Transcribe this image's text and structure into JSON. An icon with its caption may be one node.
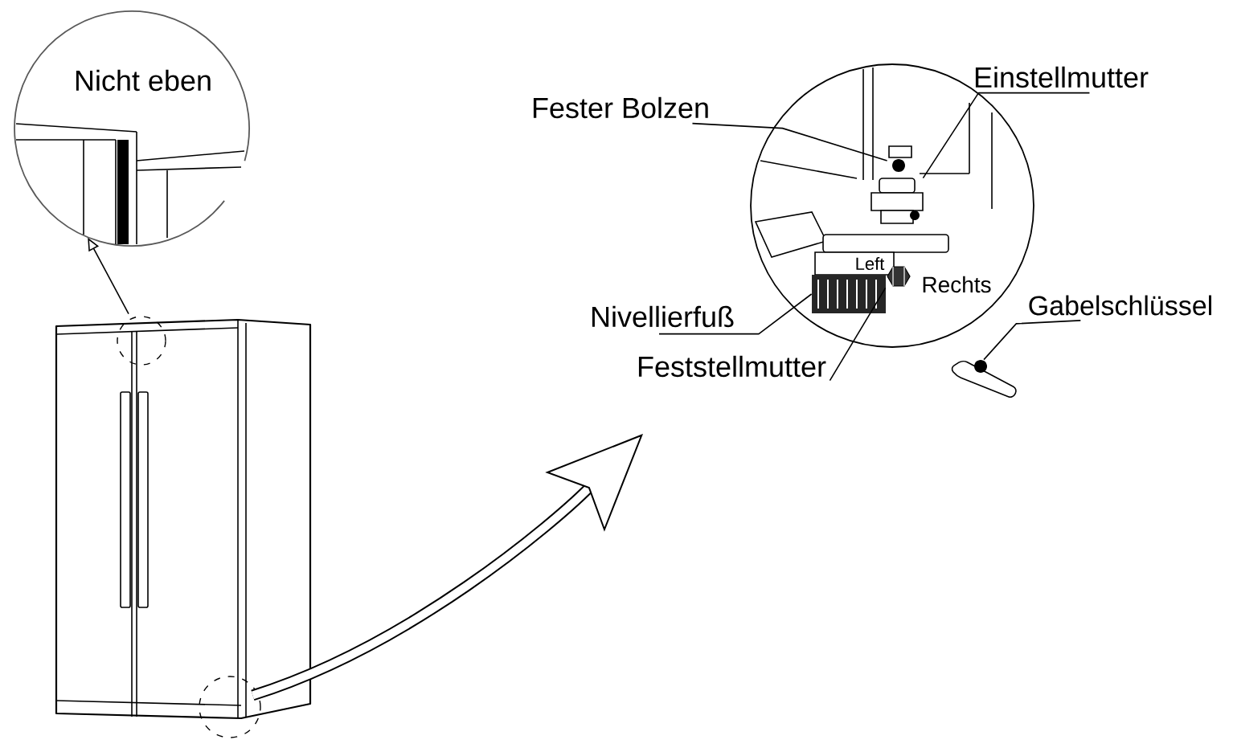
{
  "diagram": {
    "nodes": [
      {
        "text": [
          "Nicht eben"
        ]
      },
      {
        "text": [],
        "shape": "picture"
      },
      {
        "text": [],
        "shape": "circle"
      },
      {
        "text": [
          "Fester Bolzen"
        ]
      },
      {
        "text": [],
        "shape": "picture",
        "in": 2
      },
      {
        "text": [
          "Einstellmutter"
        ]
      },
      {
        "text": [],
        "shape": "picture",
        "in": 2
      },
      {
        "text": [
          "Nivellierfuß"
        ]
      },
      {
        "text": [],
        "shape": "picture",
        "in": 2
      },
      {
        "text": [
          "Feststellmutter"
        ]
      },
      {
        "text": [],
        "shape": "picture",
        "in": 2
      },
      {
        "text": [
          "Gabelschlüssel"
        ]
      },
      {
        "text": [],
        "shape": "picture"
      }
    ],
    "edges": [
      {
        "from": 1,
        "to": 0,
        "arrow": "to"
      },
      {
        "from": 1,
        "to": null,
        "arrow": "to",
        "style": "thick"
      },
      {
        "from": 3,
        "to": 4,
        "arrow": "none"
      },
      {
        "from": 5,
        "to": 6,
        "arrow": "none"
      },
      {
        "from": 7,
        "to": 8,
        "arrow": "none"
      },
      {
        "from": 9,
        "to": 10,
        "arrow": "none"
      },
      {
        "from": 11,
        "to": 12,
        "arrow": "none"
      }
    ],
    "labels": [
      "Left",
      "Rechts"
    ]
  }
}
